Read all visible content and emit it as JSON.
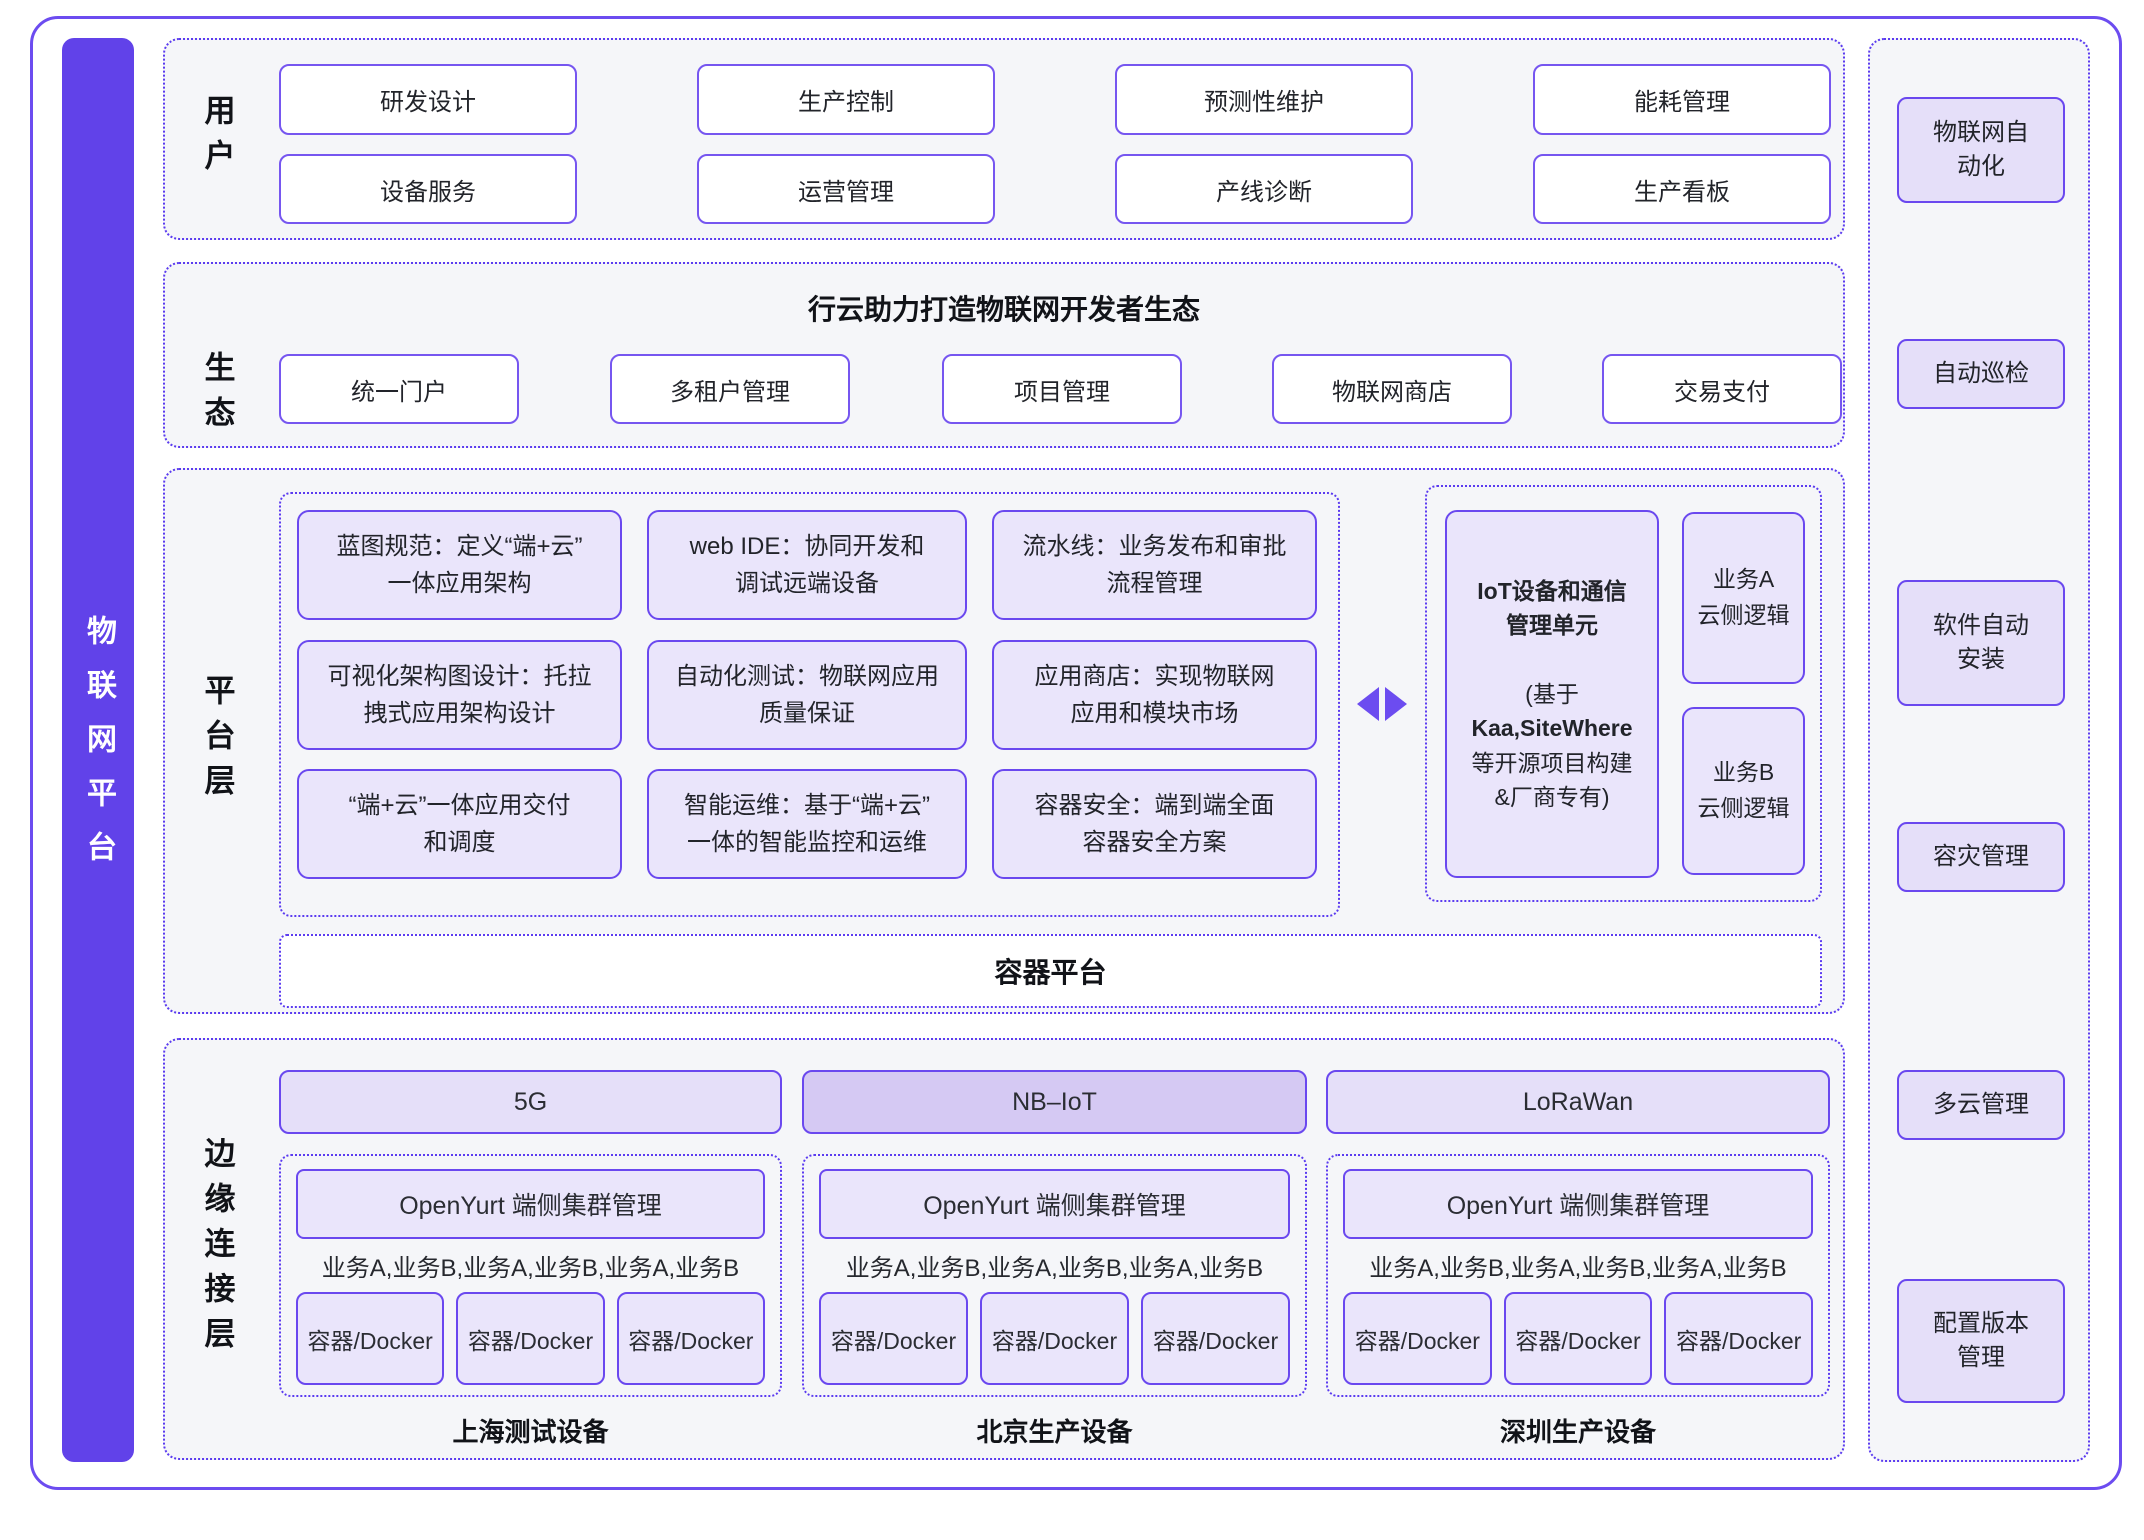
{
  "colors": {
    "accent": "#6C4CF0",
    "sidebar_fill": "#6142E9",
    "section_bg": "#F5F6F9",
    "box_fill_light": "#EAE5FB",
    "box_fill_mid": "#E5DFF9",
    "nbiot_fill": "#D5C9F3",
    "border_solid": "#7656F0",
    "border_dotted": "#5B3BF0"
  },
  "sidebar": {
    "title": "物联网平台"
  },
  "users": {
    "label": "用户",
    "row1": [
      "研发设计",
      "生产控制",
      "预测性维护",
      "能耗管理"
    ],
    "row2": [
      "设备服务",
      "运营管理",
      "产线诊断",
      "生产看板"
    ]
  },
  "ecosystem": {
    "label": "生态",
    "title": "行云助力打造物联网开发者生态",
    "boxes": [
      "统一门户",
      "多租户管理",
      "项目管理",
      "物联网商店",
      "交易支付"
    ]
  },
  "platform": {
    "label": "平台层",
    "grid": [
      "蓝图规范：定义“端+云”\n一体应用架构",
      "web IDE：协同开发和\n调试远端设备",
      "流水线：业务发布和审批\n流程管理",
      "可视化架构图设计：托拉\n拽式应用架构设计",
      "自动化测试：物联网应用\n质量保证",
      "应用商店：实现物联网\n应用和模块市场",
      "“端+云”一体应用交付\n和调度",
      "智能运维：基于“端+云”\n一体的智能监控和运维",
      "容器安全：端到端全面\n容器安全方案"
    ],
    "iot_unit": {
      "title": "IoT设备和通信\n管理单元",
      "note_open": "(基于",
      "note_bold": "Kaa,SiteWhere",
      "note_rest": "等开源项目构建\n&厂商专有)"
    },
    "service_a": "业务A\n云侧逻辑",
    "service_b": "业务B\n云侧逻辑",
    "container_platform": "容器平台"
  },
  "edge": {
    "label": "边缘连接层",
    "columns": [
      {
        "network": "5G",
        "cluster": "OpenYurt 端侧集群管理",
        "services": "业务A,业务B,业务A,业务B,业务A,业务B",
        "containers": [
          "容器/Docker",
          "容器/Docker",
          "容器/Docker"
        ],
        "site": "上海测试设备"
      },
      {
        "network": "NB–IoT",
        "cluster": "OpenYurt 端侧集群管理",
        "services": "业务A,业务B,业务A,业务B,业务A,业务B",
        "containers": [
          "容器/Docker",
          "容器/Docker",
          "容器/Docker"
        ],
        "site": "北京生产设备"
      },
      {
        "network": "LoRaWan",
        "cluster": "OpenYurt 端侧集群管理",
        "services": "业务A,业务B,业务A,业务B,业务A,业务B",
        "containers": [
          "容器/Docker",
          "容器/Docker",
          "容器/Docker"
        ],
        "site": "深圳生产设备"
      }
    ]
  },
  "tools": {
    "items": [
      "物联网自\n动化",
      "自动巡检",
      "软件自动\n安装",
      "容灾管理",
      "多云管理",
      "配置版本\n管理"
    ]
  }
}
